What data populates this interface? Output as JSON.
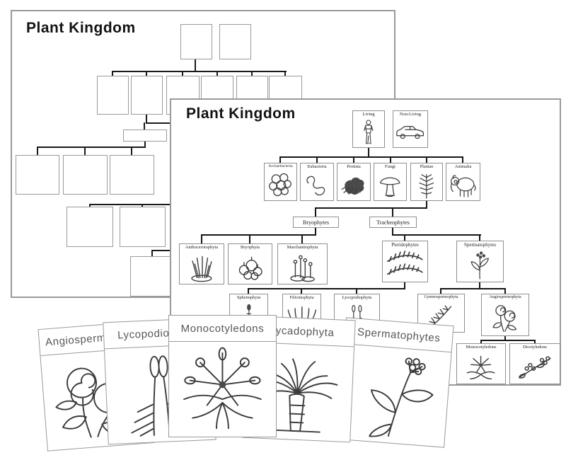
{
  "back_chart": {
    "title": "Plant Kingdom"
  },
  "front_chart": {
    "title": "Plant Kingdom",
    "living": {
      "label": "Living",
      "icon": "person-icon"
    },
    "non_living": {
      "label": "Non-Living",
      "icon": "car-icon"
    },
    "kingdoms": [
      {
        "label": "Archaebacteria",
        "icon": "cell-cluster-icon"
      },
      {
        "label": "Eubacteria",
        "icon": "spiral-bacterium-icon"
      },
      {
        "label": "Protista",
        "icon": "algae-clump-icon"
      },
      {
        "label": "Fungi",
        "icon": "mushroom-icon"
      },
      {
        "label": "Plantae",
        "icon": "fern-icon"
      },
      {
        "label": "Animalia",
        "icon": "elephant-icon"
      }
    ],
    "plant_groups": [
      {
        "label": "Bryophytes"
      },
      {
        "label": "Tracheophytes"
      }
    ],
    "bryophyte_divisions": [
      {
        "label": "Anthocerotophyta",
        "icon": "hornwort-icon"
      },
      {
        "label": "Bryophyta",
        "icon": "moss-icon"
      },
      {
        "label": "Marchantiophyta",
        "icon": "liverwort-icon"
      }
    ],
    "tracheophyte_divisions": [
      {
        "label": "Pteridophytes",
        "icon": "fern-fronds-icon"
      },
      {
        "label": "Spermatophytes",
        "icon": "flowering-plant-icon"
      }
    ],
    "pteridophyte_divisions": [
      {
        "label": "Sphenophyta",
        "icon": "horsetail-icon"
      },
      {
        "label": "Filicinophyta",
        "icon": "fern-tuft-icon"
      },
      {
        "label": "Lycopodiophyta",
        "icon": "clubmoss-icon"
      }
    ],
    "spermatophyte_divisions": [
      {
        "label": "Gymnospermophyta",
        "icon": "conifer-icon"
      },
      {
        "label": "Angiospermophyta",
        "icon": "roses-icon"
      }
    ],
    "angiosperm_classes": [
      {
        "label": "Monocotyledons",
        "icon": "lily-icon"
      },
      {
        "label": "Dicotyledons",
        "icon": "dicot-flowers-icon"
      }
    ]
  },
  "cards": [
    {
      "label": "Angiospermophyta",
      "icon": "roses-card-icon"
    },
    {
      "label": "Lycopodiophyta",
      "icon": "clubmoss-card-icon"
    },
    {
      "label": "Monocotyledons",
      "icon": "lily-card-icon"
    },
    {
      "label": "Cycadophyta",
      "icon": "cycad-card-icon"
    },
    {
      "label": "Spermatophytes",
      "icon": "dicot-branch-card-icon"
    }
  ],
  "colors": {
    "chart_border": "#9a9a9a",
    "box_border": "#8f8f8f",
    "connector": "#161616",
    "card_text": "#575757",
    "title_text": "#121212"
  }
}
